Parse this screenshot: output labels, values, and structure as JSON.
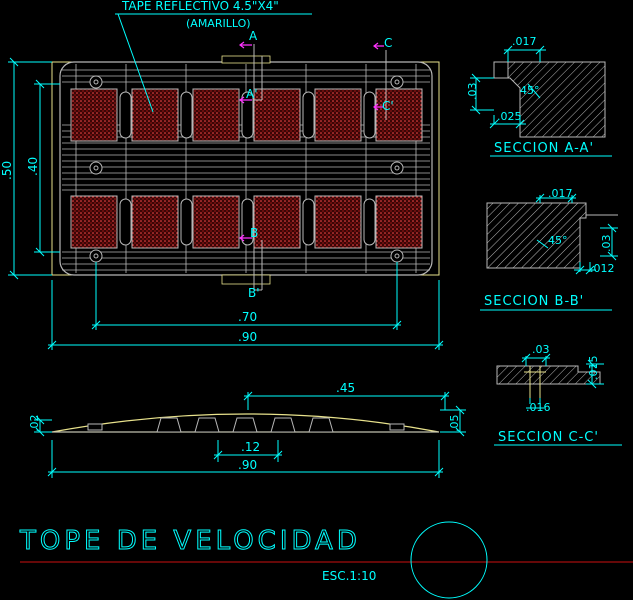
{
  "colors": {
    "background": "#000000",
    "body": "#b7b7b7",
    "outline": "#e8e28c",
    "dimension": "#00ffff",
    "text": "#00ffff",
    "section_marker": "#ff33ff",
    "reflective_fill": "#c01818",
    "baseline": "#cc1111"
  },
  "plan": {
    "note_line1": "TAPE REFLECTIVO 4.5\"X4\"",
    "note_line2": "(AMARILLO)",
    "cut_a_top": "A",
    "cut_a_mid": "A'",
    "cut_b_mid": "B",
    "cut_b_bottom": "B'",
    "cut_c_top": "C",
    "cut_c_mid": "C'",
    "dim_height_outer": ".50",
    "dim_height_inner": ".40",
    "dim_width_inner": ".70",
    "dim_width_outer": ".90"
  },
  "section_aa": {
    "title": "SECCION A-A'",
    "dim_top": ".017",
    "dim_left": ".03",
    "dim_bottom": ".025",
    "angle": "45°"
  },
  "section_bb": {
    "title": "SECCION B-B'",
    "dim_top": ".017",
    "dim_right": ".03",
    "dim_bottom": ".012",
    "angle": "45°"
  },
  "section_cc": {
    "title": "SECCION C-C'",
    "dim_top": ".03",
    "dim_right": ".015",
    "dim_bottom": ".016"
  },
  "profile": {
    "dim_left": ".02",
    "dim_right": ".05",
    "dim_top": ".45",
    "dim_mid": ".12",
    "dim_bottom": ".90"
  },
  "footer": {
    "title": "TOPE DE VELOCIDAD",
    "scale": "ESC.1:10"
  }
}
